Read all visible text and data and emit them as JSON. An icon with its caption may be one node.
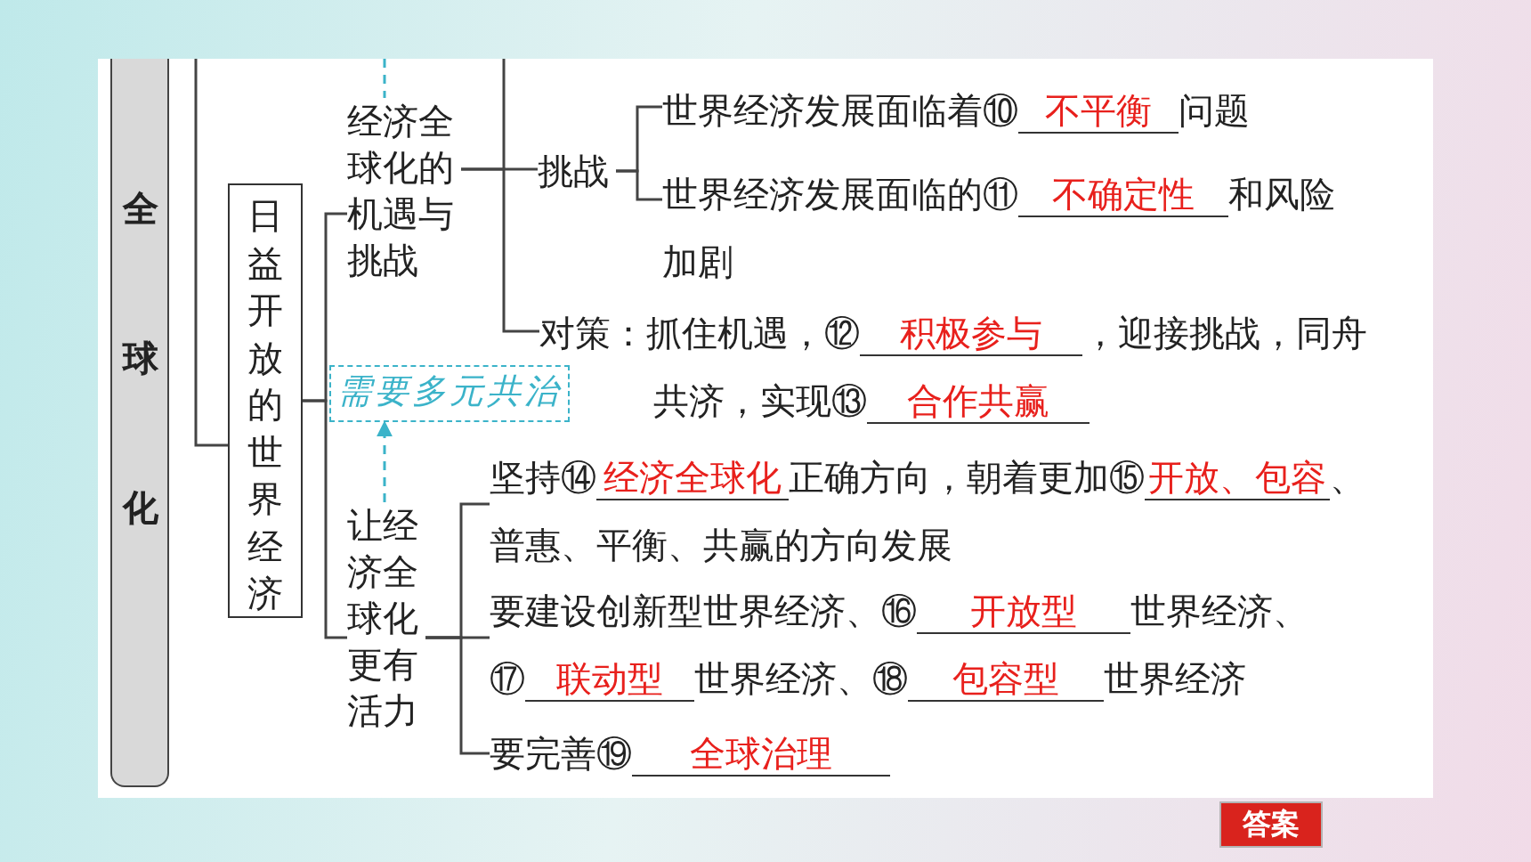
{
  "diagram": {
    "nodes": [
      {
        "text": [
          "全球化"
        ]
      },
      {
        "text": [
          "日益开放的世界经济"
        ]
      },
      {
        "text": [
          "经济全球化的机遇与挑战"
        ]
      },
      {
        "text": [
          "挑战"
        ]
      },
      {
        "text": [
          "世界经济发展面临着⑩",
          "不平衡",
          "问题"
        ]
      },
      {
        "text": [
          "世界经济发展面临的⑪",
          "不确定性",
          "和风险加剧"
        ]
      },
      {
        "text": [
          "对策：抓住机遇，⑫",
          "积极参与",
          "，迎接挑战，同舟共济，实现⑬",
          "合作共赢"
        ]
      },
      {
        "text": [
          "需要多元共治"
        ]
      },
      {
        "text": [
          "让经济全球化更有活力"
        ]
      },
      {
        "text": [
          "坚持⑭",
          "经济全球化",
          "正确方向，朝着更加⑮",
          "开放、包容",
          "、普惠、平衡、共赢的方向发展"
        ]
      },
      {
        "text": [
          "要建设创新型世界经济、⑯",
          "开放型",
          "世界经济、⑰",
          "联动型",
          "世界经济、⑱",
          "包容型",
          "世界经济"
        ]
      },
      {
        "text": [
          "要完善⑲",
          "全球治理"
        ]
      }
    ],
    "edges": [
      {
        "from": null,
        "to": 1,
        "arrow": "none"
      },
      {
        "from": 1,
        "to": 2,
        "arrow": "none"
      },
      {
        "from": 1,
        "to": 8,
        "arrow": "none"
      },
      {
        "from": null,
        "to": 2,
        "arrow": "none",
        "style": "dashed",
        "color": "#3bb3c9"
      },
      {
        "from": 2,
        "to": 3,
        "arrow": "none"
      },
      {
        "from": 2,
        "to": 6,
        "arrow": "none"
      },
      {
        "from": 3,
        "to": 4,
        "arrow": "none"
      },
      {
        "from": 3,
        "to": 5,
        "arrow": "none"
      },
      {
        "from": 8,
        "to": 7,
        "arrow": "to",
        "style": "dashed",
        "color": "#3bb3c9"
      },
      {
        "from": 8,
        "to": 9,
        "arrow": "none"
      },
      {
        "from": 8,
        "to": 10,
        "arrow": "none"
      },
      {
        "from": 8,
        "to": 11,
        "arrow": "none"
      }
    ],
    "labels": [
      "答案"
    ]
  }
}
